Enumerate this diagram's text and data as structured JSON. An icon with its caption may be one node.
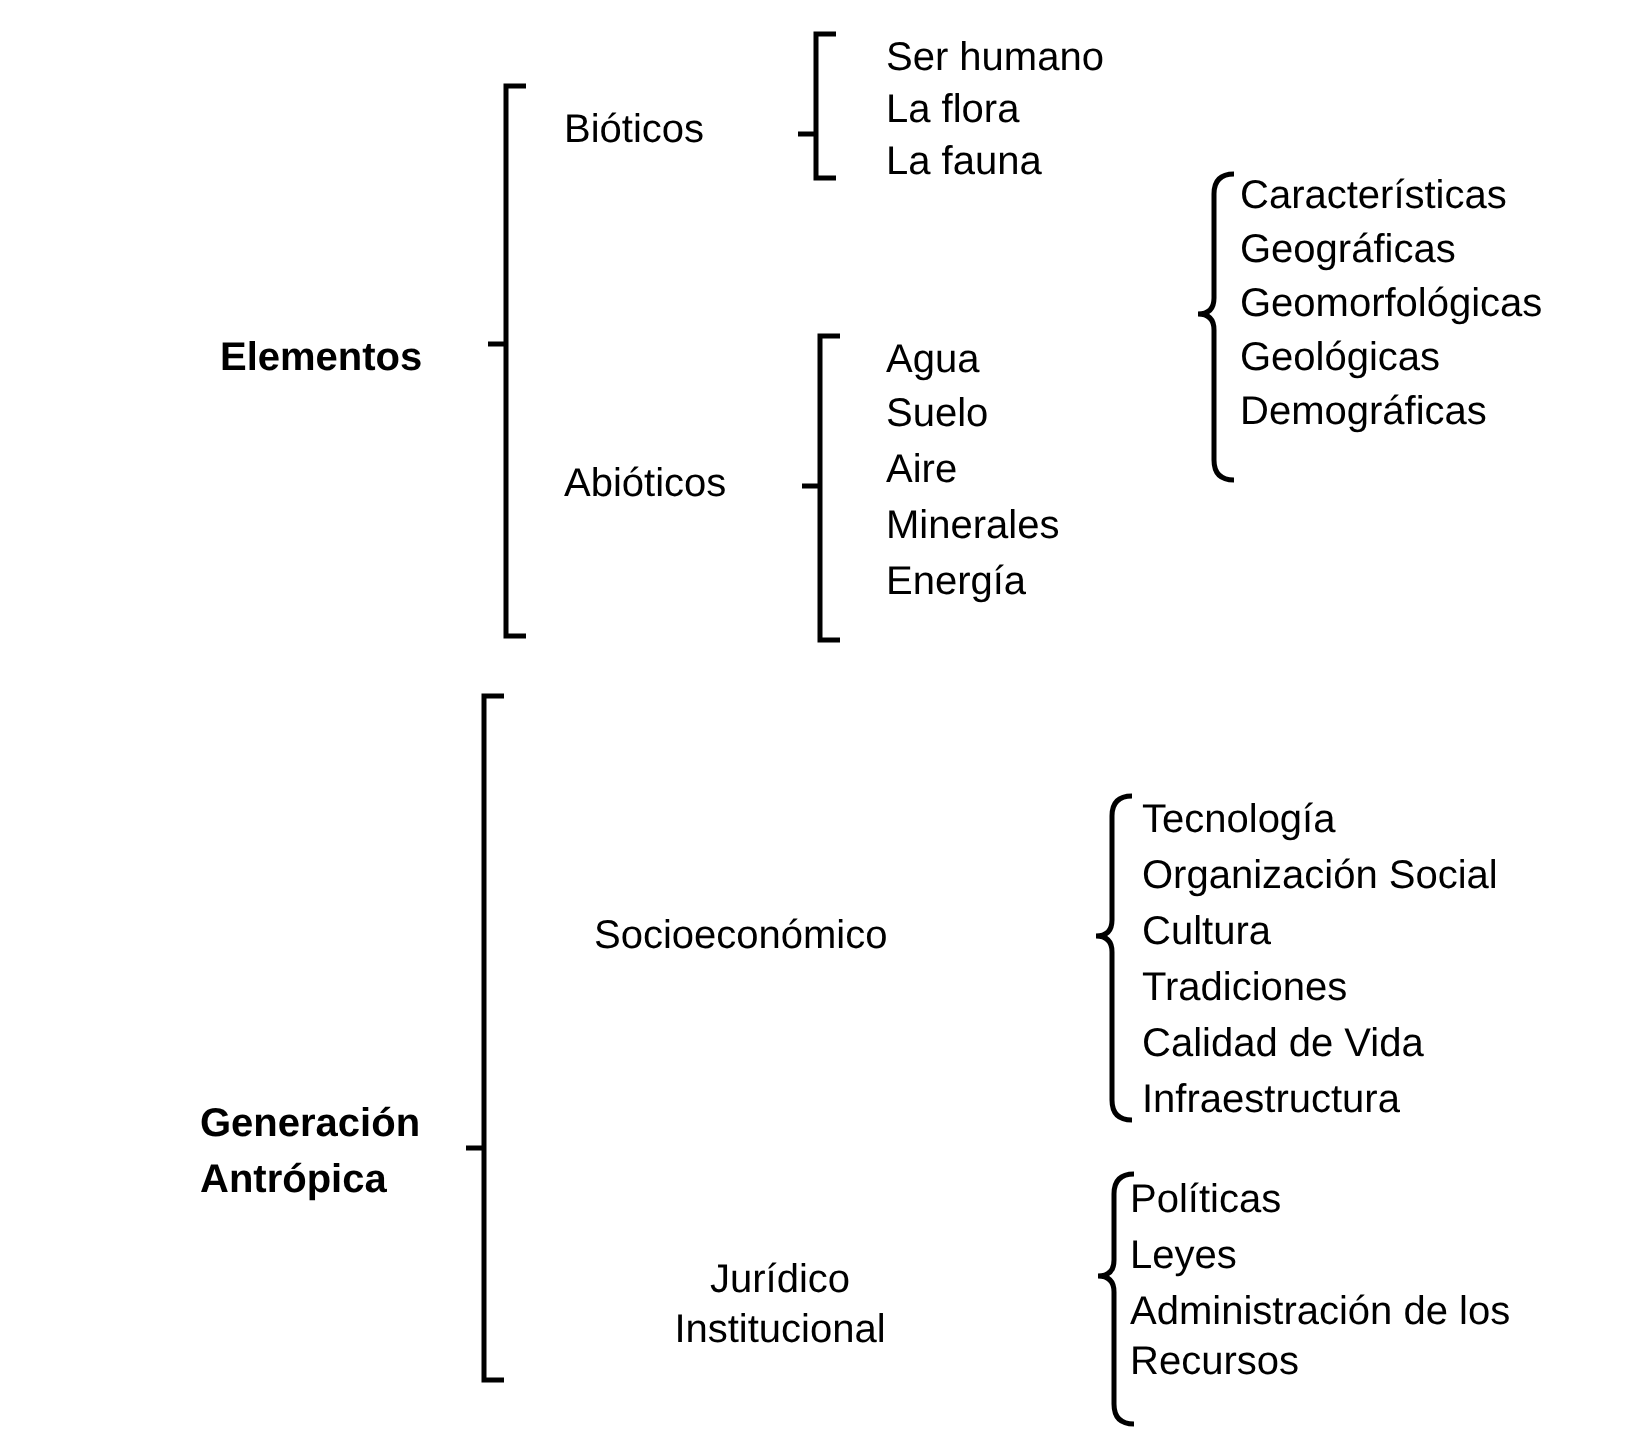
{
  "diagram": {
    "labels": [
      "Elementos",
      "Bióticos",
      "Ser humano",
      "La flora",
      "La fauna",
      "Características",
      "Geográficas",
      "Geomorfológicas",
      "Geológicas",
      "Demográficas",
      "Abióticos",
      "Agua",
      "Suelo",
      "Aire",
      "Minerales",
      "Energía",
      "Generación Antrópica",
      "Socioeconómico",
      "Tecnología",
      "Organización Social",
      "Cultura",
      "Tradiciones",
      "Calidad de Vida",
      "Infraestructura",
      "Jurídico Institucional",
      "Políticas",
      "Leyes",
      "Administración de los Recursos"
    ]
  }
}
